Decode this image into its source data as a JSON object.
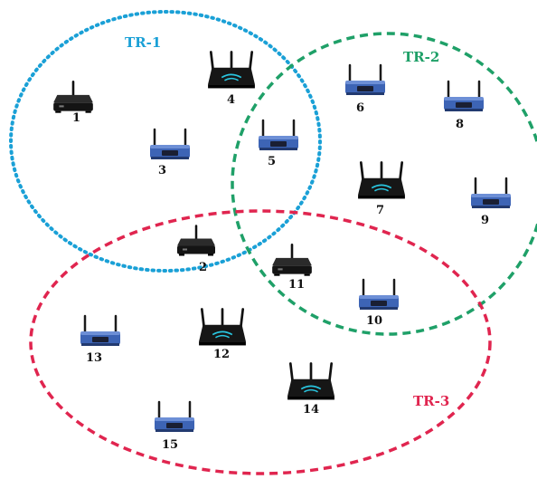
{
  "zones": [
    {
      "id": "TR-1",
      "label": "TR-1",
      "color": "#1aa0d6"
    },
    {
      "id": "TR-2",
      "label": "TR-2",
      "color": "#1fa068"
    },
    {
      "id": "TR-3",
      "label": "TR-3",
      "color": "#e0254f"
    }
  ],
  "routers": [
    {
      "id": "1",
      "label": "1",
      "icon": "black-router-icon"
    },
    {
      "id": "2",
      "label": "2",
      "icon": "black-router-icon"
    },
    {
      "id": "3",
      "label": "3",
      "icon": "blue-router-icon"
    },
    {
      "id": "4",
      "label": "4",
      "icon": "black-3-antenna-router-icon"
    },
    {
      "id": "5",
      "label": "5",
      "icon": "blue-router-icon"
    },
    {
      "id": "6",
      "label": "6",
      "icon": "blue-router-icon"
    },
    {
      "id": "7",
      "label": "7",
      "icon": "black-3-antenna-router-icon"
    },
    {
      "id": "8",
      "label": "8",
      "icon": "blue-router-icon"
    },
    {
      "id": "9",
      "label": "9",
      "icon": "blue-router-icon"
    },
    {
      "id": "10",
      "label": "10",
      "icon": "blue-router-icon"
    },
    {
      "id": "11",
      "label": "11",
      "icon": "black-router-icon"
    },
    {
      "id": "12",
      "label": "12",
      "icon": "black-3-antenna-router-icon"
    },
    {
      "id": "13",
      "label": "13",
      "icon": "blue-router-icon"
    },
    {
      "id": "14",
      "label": "14",
      "icon": "black-3-antenna-router-icon"
    },
    {
      "id": "15",
      "label": "15",
      "icon": "blue-router-icon"
    }
  ]
}
